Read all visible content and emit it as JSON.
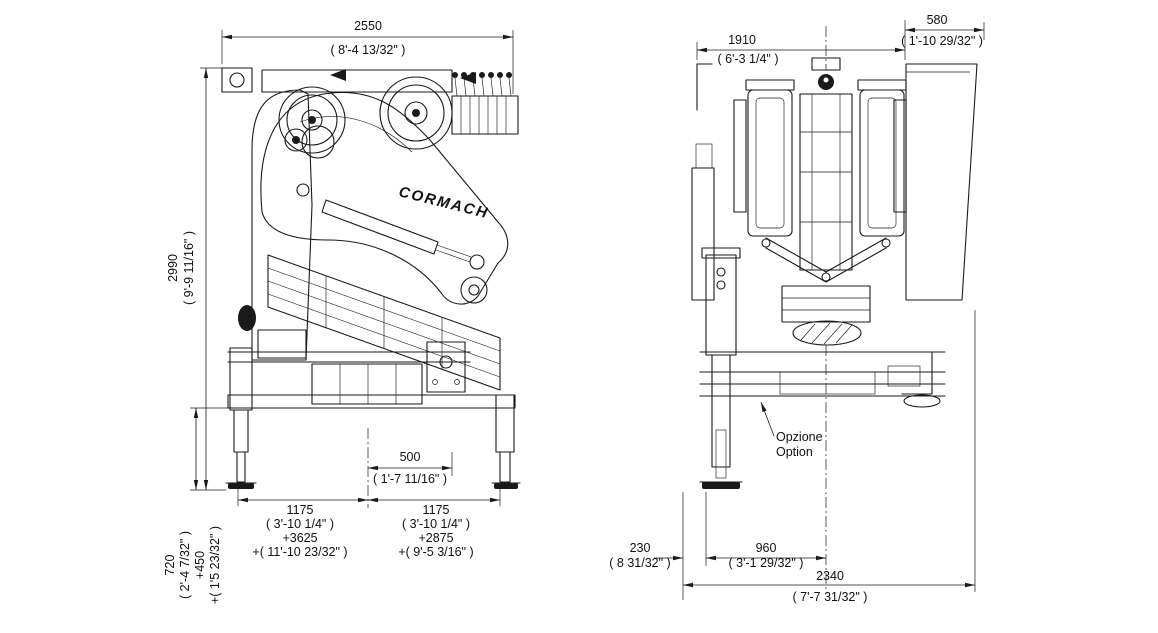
{
  "drawing": {
    "brand_logo": "CORMACH",
    "background": "#ffffff",
    "line_color": "#1a1a1a"
  },
  "side_view": {
    "width": {
      "mm": "2550",
      "ft": "( 8'-4 13/32\" )"
    },
    "height": {
      "mm": "2990",
      "ft": "( 9'-9 11/16\" )"
    },
    "clearance": {
      "mm": "720",
      "ft": "( 2'-4 7/32\" )",
      "ext_mm": "+450",
      "ext_ft": "+( 1'5 23/32\" )"
    },
    "offset": {
      "mm": "500",
      "ft": "( 1'-7 11/16\" )"
    },
    "span_left": {
      "mm": "1175",
      "ft": "( 3'-10 1/4\" )",
      "ext_mm": "+3625",
      "ext_ft": "+( 11'-10 23/32\" )"
    },
    "span_right": {
      "mm": "1175",
      "ft": "( 3'-10 1/4\" )",
      "ext_mm": "+2875",
      "ext_ft": "+( 9'-5 3/16\" )"
    }
  },
  "rear_view": {
    "body_width": {
      "mm": "1910",
      "ft": "( 6'-3 1/4\" )"
    },
    "top_right_width": {
      "mm": "580",
      "ft": "( 1'-10 29/32\" )"
    },
    "foot_offset": {
      "mm": "230",
      "ft": "( 8 31/32\" )"
    },
    "leg_to_center": {
      "mm": "960",
      "ft": "( 3'-1 29/32\" )"
    },
    "total_width": {
      "mm": "2340",
      "ft": "( 7'-7 31/32\" )"
    },
    "option": {
      "it": "Opzione",
      "en": "Option"
    }
  }
}
